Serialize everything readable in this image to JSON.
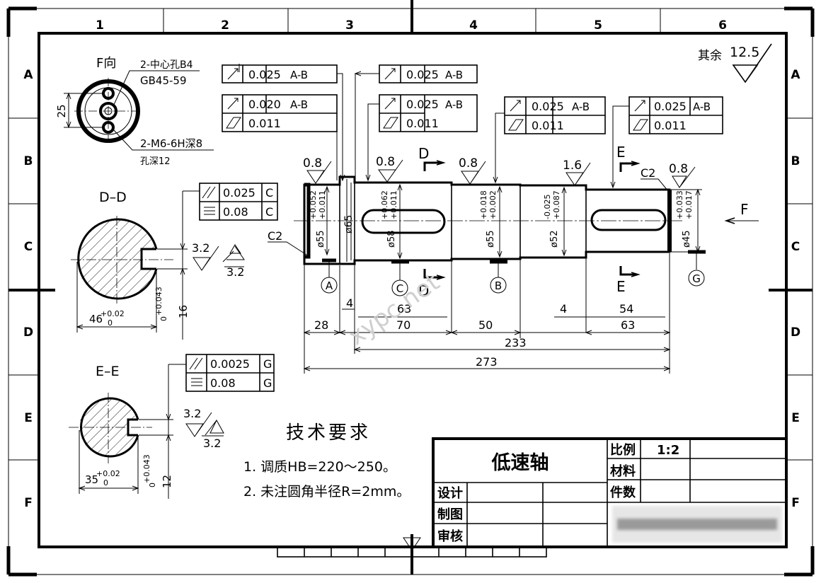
{
  "drawing": {
    "column_numbers": [
      "1",
      "2",
      "3",
      "4",
      "5",
      "6"
    ],
    "row_letters": [
      "A",
      "B",
      "C",
      "D",
      "E",
      "F"
    ],
    "roughness_note": {
      "prefix": "其余",
      "value": "12.5"
    },
    "views": {
      "f_view": {
        "title": "F向",
        "note1_line1": "2-中心孔B4",
        "note1_line2": "GB45-59",
        "note2_line1": "2-M6-6H深8",
        "note2_line2": "孔深12",
        "dim": "25"
      },
      "dd_section": {
        "title": "D–D",
        "dim_width": "46",
        "dim_width_tol_upper": "+0.02",
        "dim_width_tol_lower": "0",
        "dim_depth": "16",
        "dim_depth_tol_upper": "+0.043",
        "dim_depth_tol_lower": "0",
        "roughness_a": "3.2",
        "roughness_b": "3.2",
        "tol1_value": "0.025",
        "tol1_datum": "C",
        "tol2_value": "0.08",
        "tol2_datum": "C"
      },
      "ee_section": {
        "title": "E–E",
        "dim_width": "35",
        "dim_width_tol_upper": "+0.02",
        "dim_width_tol_lower": "0",
        "dim_depth": "12",
        "dim_depth_tol_upper": "+0.043",
        "dim_depth_tol_lower": "0",
        "roughness_a": "3.2",
        "roughness_b": "3.2",
        "tol1_value": "0.0025",
        "tol1_datum": "G",
        "tol2_value": "0.08",
        "tol2_datum": "G"
      }
    },
    "shaft": {
      "tolerance_frames": [
        {
          "value": "0.025",
          "datum": "A-B"
        },
        {
          "value": "0.025",
          "datum": "A-B"
        },
        {
          "value": "0.020",
          "datum": "A-B"
        },
        {
          "value": "0.011"
        },
        {
          "value": "0.025",
          "datum": "A-B"
        },
        {
          "value": "0.011"
        },
        {
          "value": "0.025",
          "datum": "A-B"
        },
        {
          "value": "0.011"
        },
        {
          "value": "0.025",
          "datum": "A-B"
        },
        {
          "value": "0.011"
        }
      ],
      "roughness": [
        "0.8",
        "0.8",
        "0.8",
        "1.6",
        "0.8"
      ],
      "diameters": [
        {
          "nominal": "ø55",
          "upper": "+0.052",
          "lower": "+0.011"
        },
        {
          "nominal": "ø65"
        },
        {
          "nominal": "ø58",
          "upper": "+0.062",
          "lower": "+0.011"
        },
        {
          "nominal": "ø55",
          "upper": "+0.018",
          "lower": "+0.002"
        },
        {
          "nominal": "ø52",
          "upper": "-0.025",
          "lower": "+0.087"
        },
        {
          "nominal": "ø45",
          "upper": "+0.033",
          "lower": "+0.017"
        }
      ],
      "chamfers": [
        "C2",
        "C2"
      ],
      "section_marks": [
        "D",
        "D",
        "E",
        "E"
      ],
      "datums": [
        "A",
        "C",
        "B",
        "G"
      ],
      "view_arrow": "F",
      "dims_row1": [
        "4",
        "63",
        "4",
        "54"
      ],
      "dims_row2": [
        "28",
        "70",
        "50",
        "63"
      ],
      "dim_overall_233": "233",
      "dim_overall_273": "273"
    },
    "tech_requirements": {
      "title": "技术要求",
      "items": [
        "1. 调质HB=220～250。",
        "2. 未注圆角半径R=2mm。"
      ]
    },
    "title_block": {
      "part_name": "低速轴",
      "scale_label": "比例",
      "scale_value": "1:2",
      "material_label": "材料",
      "quantity_label": "件数",
      "designed_label": "设计",
      "drawn_label": "制图",
      "checked_label": "审核"
    },
    "watermark": "xypc.net"
  }
}
